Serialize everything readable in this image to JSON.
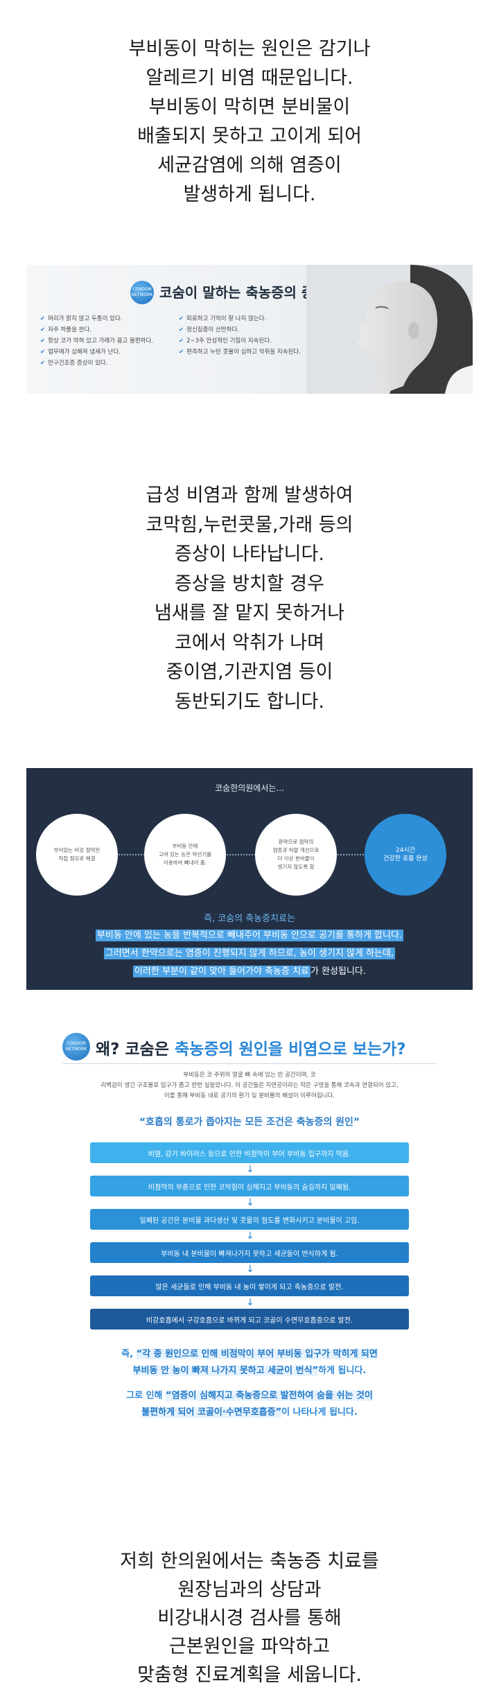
{
  "intro_lines": [
    "부비동이 막히는 원인은 감기나",
    "알레르기 비염 때문입니다.",
    "부비동이 막히면 분비물이",
    "배출되지 못하고 고이게 되어",
    "세균감염에 의해 염증이",
    "발생하게 됩니다."
  ],
  "banner1": {
    "logo": "COSOOM NETWORK",
    "title": "코숨이 말하는 축농증의 증상은?",
    "left_items": [
      "머리가 맑지 않고 두통이 있다.",
      "자주 하품을 한다.",
      "항상 코가 막혀 있고 가래가 끓고 불편하다.",
      "업무에가 심해져 냄새가 난다.",
      "만구건조증 증상이 있다."
    ],
    "right_items": [
      "피로하고 기억이 잘 나지 않는다.",
      "정신집중이 산만하다.",
      "2~3주 만성적인 기침이 지속된다.",
      "편측하고 누런 콧물이 심하고 악취을 지속된다."
    ]
  },
  "symptom_lines": [
    "급성 비염과 함께 발생하여",
    "코막힘,누런콧물,가래 등의",
    "증상이 나타납니다.",
    "증상을 방치할 경우",
    "냄새를 잘 맡지 못하거나",
    "코에서 악취가 나며",
    "중이염,기관지염 등이",
    "동반되기도 합니다."
  ],
  "banner2": {
    "title": "코숨한의원에서는...",
    "circles": [
      [
        "부어있는 비강 점막은",
        "직접 점모로 해결"
      ],
      [
        "부비동 안에",
        "고여 있는 농은 약선기를",
        "이용하여 빼내어 줌."
      ],
      [
        "환약으로 점막의",
        "염증과 허열 개선으로",
        "더 이상 분비물이",
        "생기지 않도록 함"
      ],
      [
        "24시간",
        "건강한 호흡 완성"
      ]
    ],
    "subtitle": "즉, 코숨의 축농증치료는",
    "line1": "부비동 안에 있는 농을 반복적으로 빼내주어 부비동 안으로 공기를 통하게 합니다.",
    "line2": "그러면서 한약으로는 염증이 진행되지 않게 하므로, 농이 생기지 않게 하는데,",
    "line3_mark": "이러한 부분이 같이 맞아 들어가야 축농증 치료",
    "line3_rest": "가 완성됩니다."
  },
  "info": {
    "logo": "COSOOM NETWORK",
    "title_q": "왜? 코숨은 ",
    "title_main": "축농증의 원인을 비염으로 보는가?",
    "desc_lines": [
      "부비동은 코 주위의 얼굴 뼈 속에 있는 빈 공간이며, 코",
      "리벽감이 생긴 구조물로 입구가 좁고 한번 실을었니다. 이 공간들은 지연공이라는 작은 구멍을 통해 코속과 연결되어 있고,",
      "이를 통해 부비동 내로 공기의 환기 및 분비물의 배설이 이루어집니다."
    ],
    "quote": "“호흡의 통로가 좁아지는 모든 조건은 축농증의 원인”",
    "steps": [
      "비염, 감기 바이러스 등으로 인한 비점막이 부어 부비동 입구까지 막음.",
      "비점막의 부종으로 인한 코막힘이 심해지고 부비동의 숨길까지 밀폐됨.",
      "밀폐된 공간은 분비물 과다생산 및 콧물의 점도를 변화시키고 분비물이 고임.",
      "부비동 내 분비물이 빠져나가지 못하고 세균들이 번식하게 됨.",
      "많은 세균들로 인해 부비동 내 농이 쌓이게 되고 축농증으로 발전.",
      "비강호흡에서 구강호흡으로 바뀌게 되고 코골이 수면무호흡증으로 발전."
    ],
    "step_colors": [
      "#3fb1ec",
      "#35a2e4",
      "#2b92d9",
      "#2381cc",
      "#1d6fb9",
      "#1d5a9c"
    ],
    "concl1_pre": "즉, ",
    "concl1_a": "“각 종 원인으로 인해 비점막이 부어 부비동 입구가 막히게 되면",
    "concl1_b": "부비동 안 농이 빠져 나가지 못하고 세균이 번식”",
    "concl1_post": "하게 됩니다.",
    "concl2_pre": "그로 인해 ",
    "concl2_a": "“염증이 심해지고 축농증으로 발전하여 숨을 쉬는 것이",
    "concl2_b": "불편하게 되어 코골이·수면무호흡증”",
    "concl2_post": "이 나타나게 됩니다."
  },
  "closing_lines": [
    "저희 한의원에서는 축농증 치료를",
    "원장님과의 상담과",
    "비강내시경 검사를 통해",
    "근본원인을 파악하고",
    "맞춤형 진료계획을 세웁니다."
  ]
}
